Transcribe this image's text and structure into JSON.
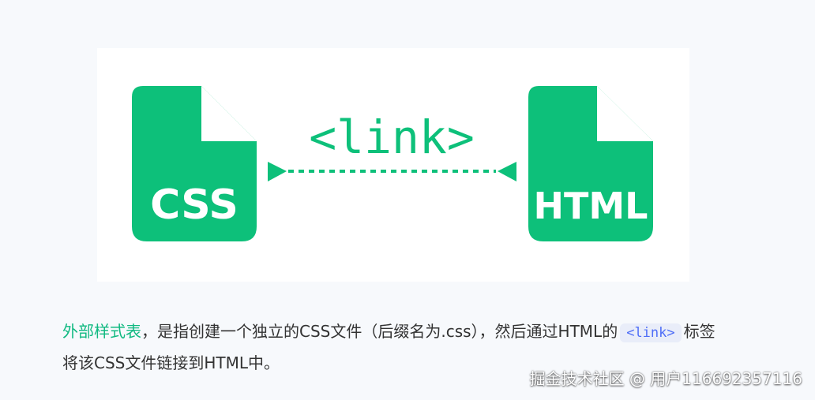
{
  "diagram": {
    "left_file_label": "CSS",
    "right_file_label": "HTML",
    "connector_label": "<link>",
    "accent_color": "#0dc07a"
  },
  "description": {
    "term": "外部样式表",
    "text_part1": "，是指创建一个独立的CSS文件（后缀名为.css），然后通过HTML的",
    "code": "<link>",
    "text_part2": "标签将该CSS文件链接到HTML中。"
  },
  "watermark": {
    "text": "掘金技术社区 @ 用户116692357116"
  }
}
